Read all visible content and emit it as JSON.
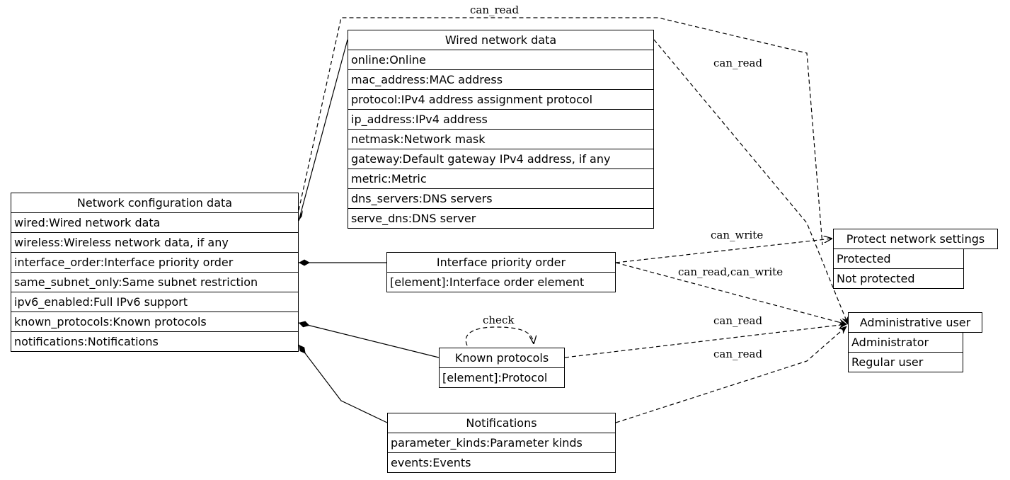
{
  "nodes": {
    "network_config": {
      "title": "Network configuration data",
      "rows": [
        "wired:Wired network data",
        "wireless:Wireless network data, if any",
        "interface_order:Interface priority order",
        "same_subnet_only:Same subnet restriction",
        "ipv6_enabled:Full IPv6 support",
        "known_protocols:Known protocols",
        "notifications:Notifications"
      ]
    },
    "wired": {
      "title": "Wired network data",
      "rows": [
        "online:Online",
        "mac_address:MAC address",
        "protocol:IPv4 address assignment protocol",
        "ip_address:IPv4 address",
        "netmask:Network mask",
        "gateway:Default gateway IPv4 address, if any",
        "metric:Metric",
        "dns_servers:DNS servers",
        "serve_dns:DNS server"
      ]
    },
    "interface_order": {
      "title": "Interface priority order",
      "rows": [
        "[element]:Interface order element"
      ]
    },
    "known_protocols": {
      "title": "Known protocols",
      "rows": [
        "[element]:Protocol"
      ]
    },
    "notifications": {
      "title": "Notifications",
      "rows": [
        "parameter_kinds:Parameter kinds",
        "events:Events"
      ]
    },
    "protect": {
      "title": "Protect network settings",
      "rows": [
        "Protected",
        "Not protected"
      ]
    },
    "admin": {
      "title": "Administrative user",
      "rows": [
        "Administrator",
        "Regular user"
      ]
    }
  },
  "edge_labels": {
    "top_can_read": "can_read",
    "wired_can_read": "can_read",
    "can_write": "can_write",
    "can_read_write": "can_read,can_write",
    "check": "check",
    "known_can_read": "can_read",
    "notif_can_read": "can_read"
  }
}
